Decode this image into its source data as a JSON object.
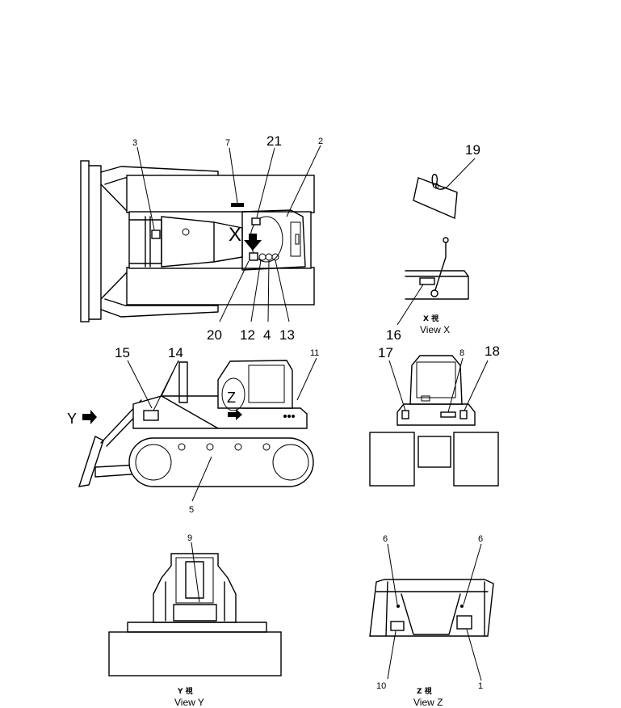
{
  "views": {
    "top": {
      "callouts": {
        "c3": "3",
        "c7": "7",
        "c21": "21",
        "c2": "2",
        "c20": "20",
        "c12": "12",
        "c4": "4",
        "c13": "13"
      },
      "marker": "X"
    },
    "x_detail": {
      "callouts": {
        "c19": "19",
        "c16": "16"
      },
      "caption_kanji": "X 視",
      "caption": "View  X"
    },
    "side": {
      "callouts": {
        "c15": "15",
        "c14": "14",
        "c11": "11",
        "c5": "5"
      },
      "marker_y": "Y",
      "marker_z": "Z"
    },
    "rear": {
      "callouts": {
        "c17": "17",
        "c8": "8",
        "c18": "18"
      }
    },
    "view_y": {
      "callouts": {
        "c9": "9"
      },
      "caption_kanji": "Y 視",
      "caption": "View  Y"
    },
    "view_z": {
      "callouts": {
        "c6a": "6",
        "c6b": "6",
        "c10": "10",
        "c1": "1"
      },
      "caption_kanji": "Z 視",
      "caption": "View  Z"
    }
  }
}
